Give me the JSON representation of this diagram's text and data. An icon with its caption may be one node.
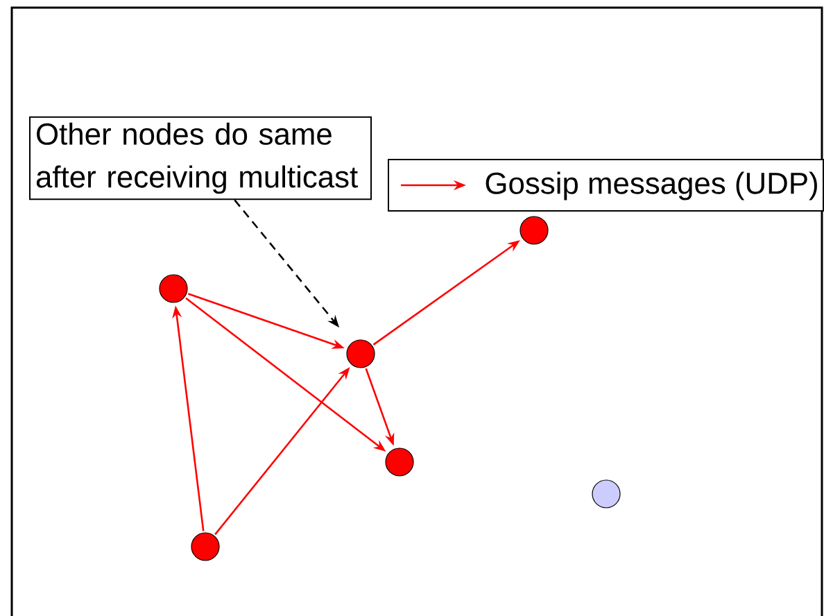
{
  "diagram": {
    "nodes": [
      {
        "text": [
          "Other nodes do same after receiving multicast"
        ]
      },
      {
        "text": [],
        "shape": "circle"
      },
      {
        "text": [],
        "shape": "circle"
      },
      {
        "text": [],
        "shape": "circle"
      },
      {
        "text": [],
        "shape": "circle"
      },
      {
        "text": [],
        "shape": "circle"
      },
      {
        "text": [],
        "shape": "circle"
      }
    ],
    "edges": [
      {
        "from": 0,
        "to": 3,
        "arrow": "to",
        "style": "dashed",
        "color": "#000000"
      },
      {
        "from": 1,
        "to": 3,
        "arrow": "to"
      },
      {
        "from": 1,
        "to": 4,
        "arrow": "to"
      },
      {
        "from": 2,
        "to": 1,
        "arrow": "to"
      },
      {
        "from": 2,
        "to": 3,
        "arrow": "to"
      },
      {
        "from": 3,
        "to": 5,
        "arrow": "to"
      },
      {
        "from": 3,
        "to": 4,
        "arrow": "to"
      }
    ],
    "legend": [
      {
        "text": "Gossip messages (UDP)"
      }
    ]
  }
}
